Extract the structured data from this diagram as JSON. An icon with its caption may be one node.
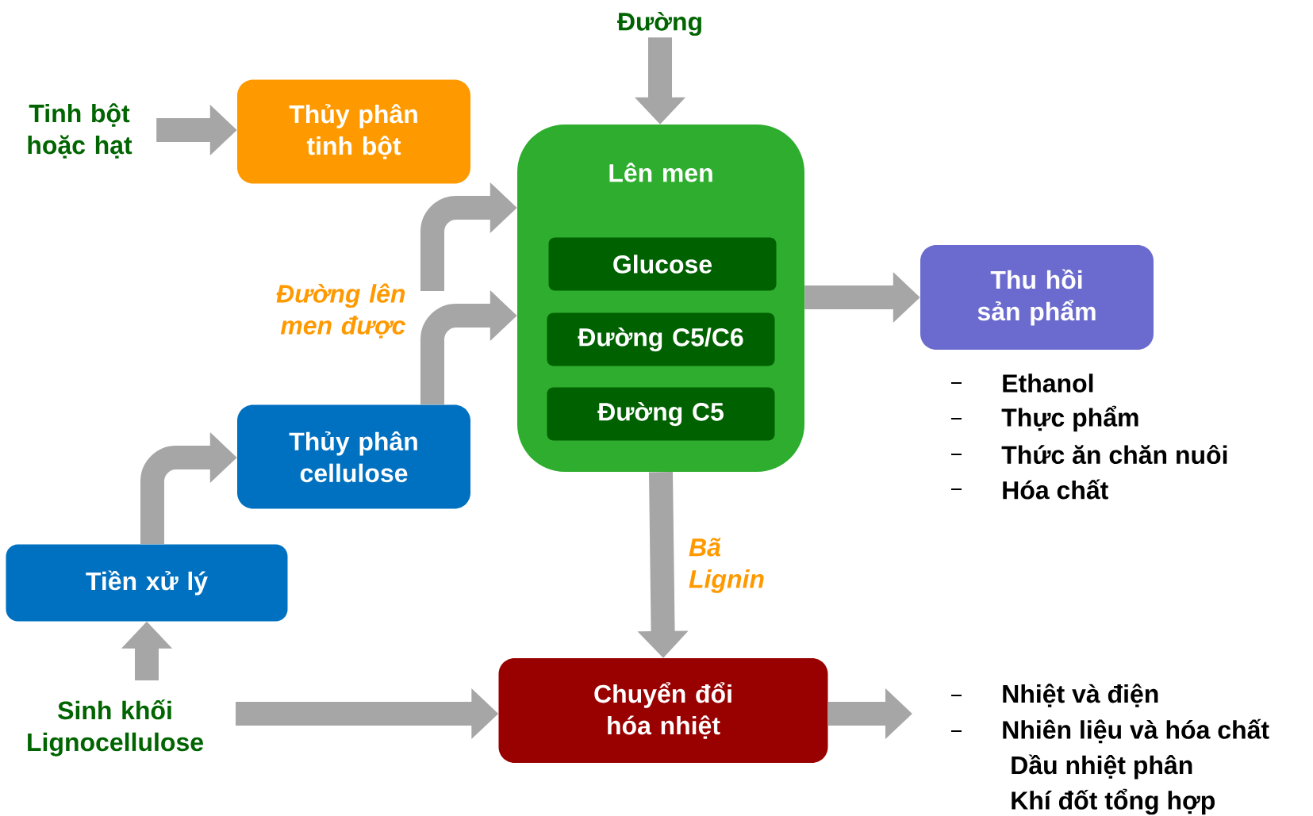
{
  "diagram": {
    "nodes": [
      {
        "text": [
          "Đường"
        ]
      },
      {
        "text": [
          "Tinh bột hoặc hạt"
        ]
      },
      {
        "text": [
          "Thủy phân tinh bột"
        ]
      },
      {
        "text": [
          "Lên men"
        ]
      },
      {
        "text": [
          "Glucose"
        ],
        "in": 3
      },
      {
        "text": [
          "Đường C5/C6"
        ],
        "in": 3
      },
      {
        "text": [
          "Đường C5"
        ],
        "in": 3
      },
      {
        "text": [
          "Thu hồi sản phẩm"
        ]
      },
      {
        "text": [
          "Thủy phân cellulose"
        ]
      },
      {
        "text": [
          "Tiền xử lý"
        ]
      },
      {
        "text": [
          "Sinh khối Lignocellulose"
        ]
      },
      {
        "text": [
          "Chuyển đổi hóa nhiệt"
        ]
      }
    ],
    "edges": [
      {
        "from": 0,
        "to": 3,
        "arrow": "to"
      },
      {
        "from": 1,
        "to": 2,
        "arrow": "to"
      },
      {
        "from": null,
        "to": 3,
        "arrow": "to"
      },
      {
        "from": 8,
        "to": 3,
        "arrow": "to"
      },
      {
        "from": 9,
        "to": 8,
        "arrow": "to"
      },
      {
        "from": 10,
        "to": 9,
        "arrow": "to"
      },
      {
        "from": 10,
        "to": 11,
        "arrow": "to"
      },
      {
        "from": 3,
        "to": 7,
        "arrow": "to"
      },
      {
        "from": 3,
        "to": 11,
        "arrow": "to",
        "label": "Bã Lignin"
      },
      {
        "from": 11,
        "to": null,
        "arrow": "to"
      }
    ],
    "labels": [
      "Đường lên men được",
      "Ethanol",
      "Thực phẩm",
      "Thức ăn chăn nuôi",
      "Hóa chất",
      "Nhiệt và điện",
      "Nhiên liệu và hóa chất",
      "Dầu nhiệt phân",
      "Khí đốt tổng hợp"
    ]
  }
}
